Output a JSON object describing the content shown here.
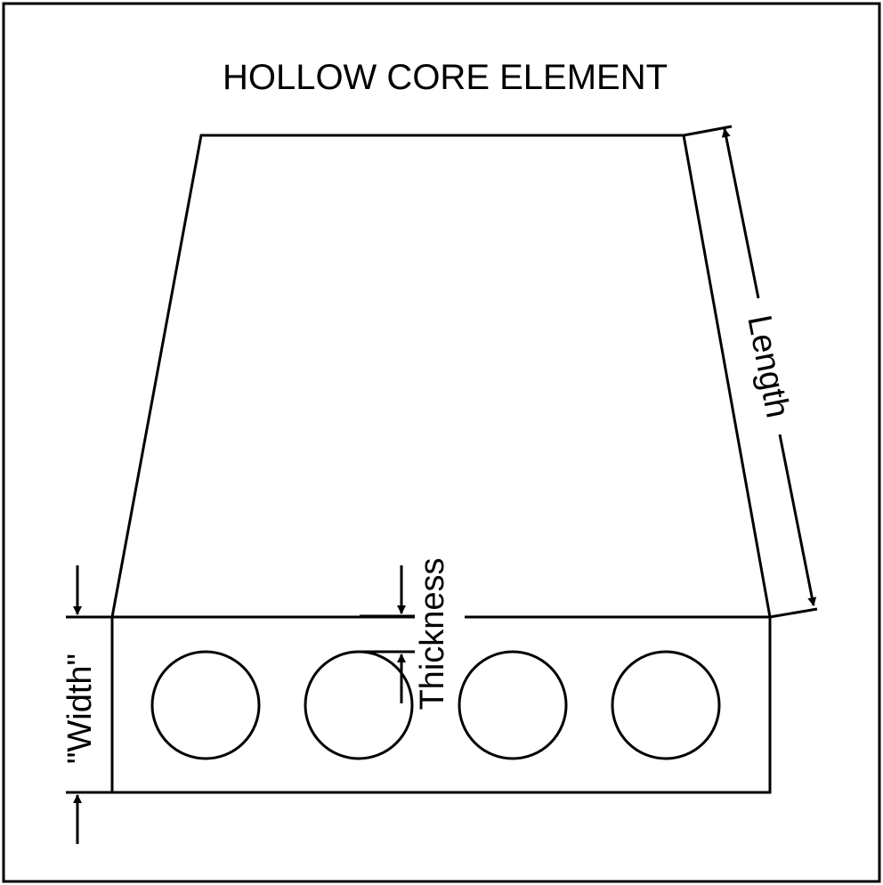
{
  "diagram": {
    "title": "HOLLOW CORE ELEMENT",
    "labels": {
      "length": "Length",
      "width": "\"Width\"",
      "thickness": "Thickness"
    },
    "hollow_core_count": 4
  },
  "colors": {
    "stroke": "#000000",
    "background": "#ffffff"
  }
}
